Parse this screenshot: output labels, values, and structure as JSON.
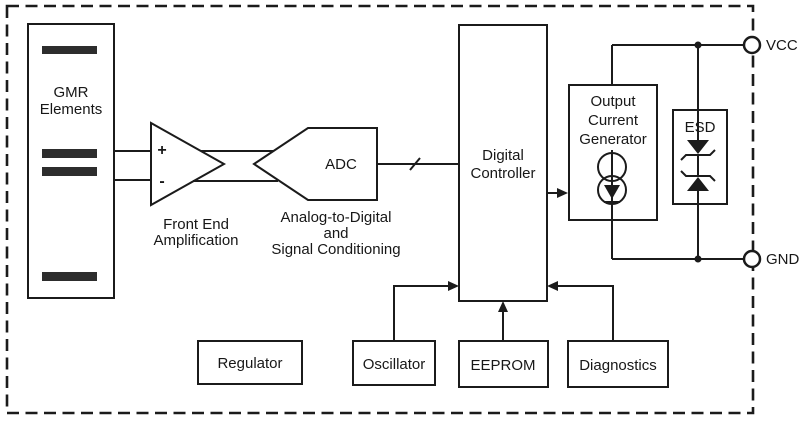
{
  "diagram": {
    "colors": {
      "line": "#1b1b1b",
      "background": "#ffffff",
      "bar_fill": "#2d2d2d"
    },
    "blocks": {
      "gmr": {
        "line1": "GMR",
        "line2": "Elements"
      },
      "amplifier": {
        "plus": "+",
        "minus": "-",
        "caption1": "Front End",
        "caption2": "Amplification"
      },
      "adc": {
        "label": "ADC",
        "caption1": "Analog-to-Digital",
        "caption2": "and",
        "caption3": "Signal Conditioning"
      },
      "digital_controller": {
        "line1": "Digital",
        "line2": "Controller"
      },
      "output_current_generator": {
        "line1": "Output",
        "line2": "Current",
        "line3": "Generator"
      },
      "esd": {
        "label": "ESD"
      },
      "regulator": {
        "label": "Regulator"
      },
      "oscillator": {
        "label": "Oscillator"
      },
      "eeprom": {
        "label": "EEPROM"
      },
      "diagnostics": {
        "label": "Diagnostics"
      }
    },
    "pins": {
      "vcc": "VCC",
      "gnd": "GND"
    }
  }
}
